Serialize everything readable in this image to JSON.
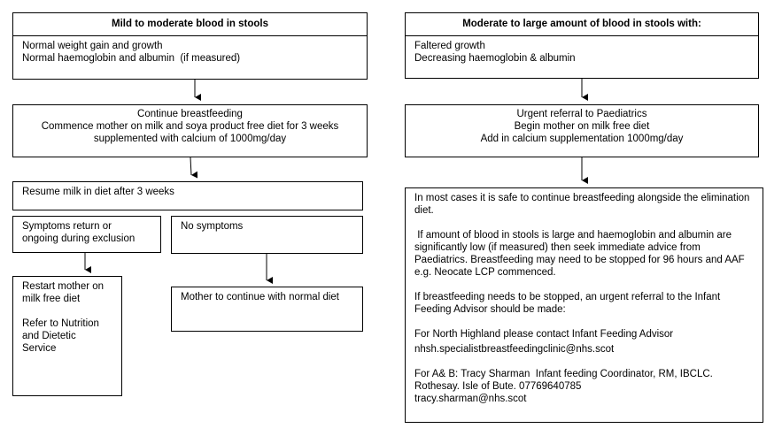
{
  "left": {
    "header": "Mild to moderate blood in stools",
    "criteria": [
      "Normal weight gain and growth",
      "Normal haemoglobin and albumin  (if measured)"
    ],
    "continue": [
      "Continue breastfeeding",
      "Commence mother on milk and soya product free diet for 3 weeks",
      "supplemented with calcium of 1000mg/day"
    ],
    "resume": "Resume milk in diet after 3 weeks",
    "symptoms_return": [
      "Symptoms return or",
      "ongoing during exclusion"
    ],
    "no_symptoms": "No symptoms",
    "restart": [
      "Restart mother on",
      "milk free diet"
    ],
    "refer": [
      "Refer to Nutrition",
      "and Dietetic",
      "Service"
    ],
    "normal_diet": "Mother to continue with normal diet"
  },
  "right": {
    "header": "Moderate to large amount of blood in stools with:",
    "criteria": [
      "Faltered growth",
      "Decreasing haemoglobin & albumin"
    ],
    "referral": [
      "Urgent referral to Paediatrics",
      "Begin mother on milk free diet",
      "Add in calcium supplementation 1000mg/day"
    ],
    "info": {
      "p1": "In most cases it is safe to continue breastfeeding alongside the elimination diet.",
      "p2": " If amount of blood in stools is large and haemoglobin and albumin are significantly low (if measured) then seek immediate advice from Paediatrics. Breastfeeding may need to be stopped for 96 hours and AAF e.g. Neocate LCP commenced.",
      "p3": "If breastfeeding needs to be stopped, an urgent referral to the Infant Feeding Advisor should be made:",
      "p4": "For North Highland please contact Infant Feeding Advisor",
      "email1": "nhsh.specialistbreastfeedingclinic@nhs.scot",
      "p5": [
        "For A& B: Tracy Sharman  Infant feeding Coordinator, RM, IBCLC.",
        "Rothesay. Isle of Bute. 07769640785",
        "tracy.sharman@nhs.scot"
      ]
    }
  }
}
